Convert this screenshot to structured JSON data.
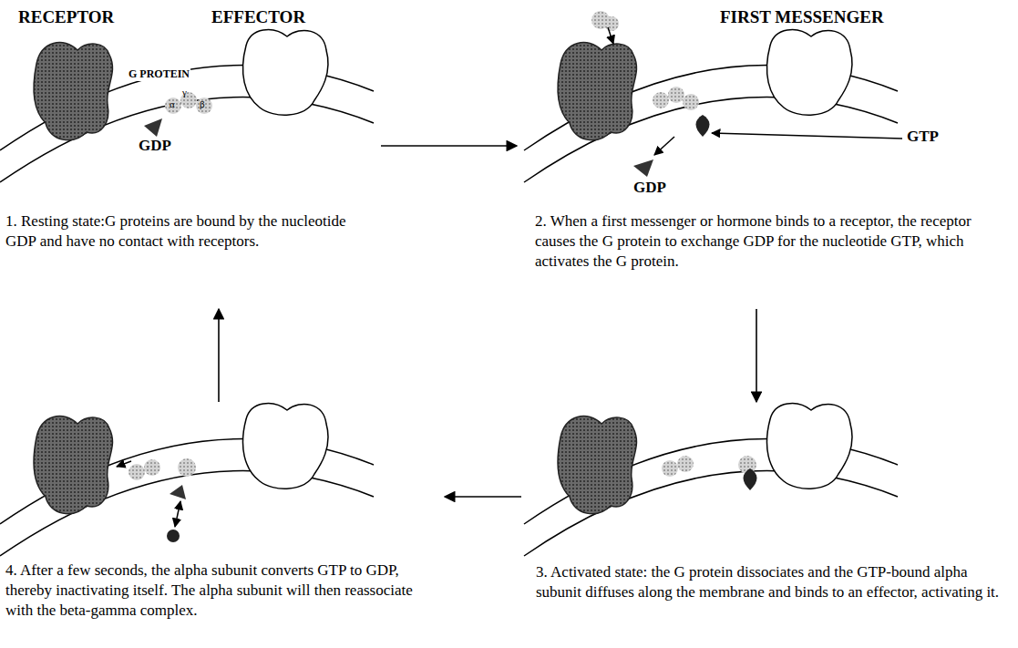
{
  "diagram": {
    "nodes": [
      {
        "text": [
          "1. Resting state:G proteins are bound by the nucleotide GDP and have no contact with receptors."
        ]
      },
      {
        "text": [
          "2. When a first messenger or hormone binds to a receptor, the receptor causes the G protein to exchange GDP for the nucleotide GTP, which activates the G protein."
        ]
      },
      {
        "text": [
          "3. Activated state: the G protein dissociates and the GTP-bound alpha subunit diffuses along the membrane and binds to an effector, activating it."
        ]
      },
      {
        "text": [
          "4. After a few seconds, the alpha subunit converts GTP to GDP, thereby inactivating itself. The alpha subunit will then reassociate with the beta-gamma complex."
        ]
      }
    ],
    "edges": [
      {
        "from": 0,
        "to": 1,
        "arrow": "to"
      },
      {
        "from": 1,
        "to": 2,
        "arrow": "to"
      },
      {
        "from": 2,
        "to": 3,
        "arrow": "to"
      },
      {
        "from": 3,
        "to": 0,
        "arrow": "to"
      }
    ],
    "labels": [
      "RECEPTOR",
      "EFFECTOR",
      "G PROTEIN",
      "γ",
      "α",
      "β",
      "GDP",
      "FIRST MESSENGER",
      "GTP",
      "GDP"
    ]
  }
}
